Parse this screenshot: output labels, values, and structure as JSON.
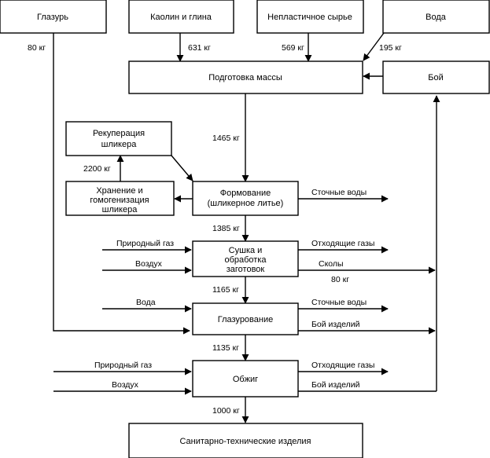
{
  "boxes": {
    "glaze": "Глазурь",
    "kaolin": "Каолин и глина",
    "nonplastic": "Непластичное сырье",
    "water": "Вода",
    "mass_prep": "Подготовка массы",
    "scrap": "Бой",
    "recuperation": [
      "Рекуперация",
      "шликера"
    ],
    "storage": [
      "Хранение и",
      "гомогенизация",
      "шликера"
    ],
    "forming": [
      "Формование",
      "(шликерное литье)"
    ],
    "drying": [
      "Сушка и",
      "обработка",
      "заготовок"
    ],
    "glazing": "Глазурование",
    "firing": "Обжиг",
    "product": "Санитарно-технические изделия"
  },
  "flows": {
    "glaze_kg": "80 кг",
    "kaolin_kg": "631 кг",
    "nonplastic_kg": "569 кг",
    "water_kg": "195 кг",
    "prep_to_forming_kg": "1465 кг",
    "slip_kg": "2200 кг",
    "forming_to_drying_kg": "1385 кг",
    "drying_to_glazing_kg": "1165 кг",
    "glazing_to_firing_kg": "1135 кг",
    "firing_to_product_kg": "1000 кг",
    "chips_kg": "80 кг"
  },
  "labels": {
    "wastewater_1": "Сточные воды",
    "natural_gas_1": "Природный газ",
    "off_gases_1": "Отходящие газы",
    "air_1": "Воздух",
    "chips": "Сколы",
    "water_in": "Вода",
    "wastewater_2": "Сточные воды",
    "scrap_glazing": "Бой изделий",
    "natural_gas_2": "Природный газ",
    "off_gases_2": "Отходящие газы",
    "air_2": "Воздух",
    "scrap_firing": "Бой изделий"
  }
}
